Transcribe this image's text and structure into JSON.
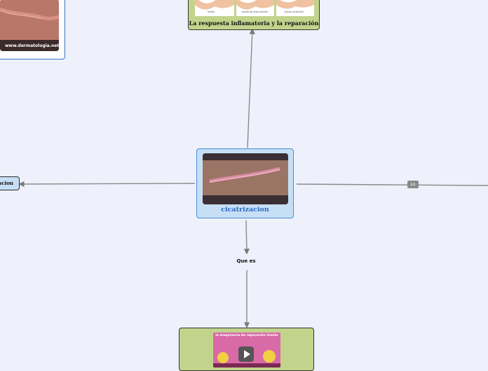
{
  "nodes": {
    "dermatologia": {
      "caption": "www.dermatologia.net"
    },
    "inflamatoria": {
      "label": "La respuesta inflamatoria y la reparación",
      "panel_labels": [
        "lesión",
        "tejido de granulación",
        "tejido cicatrizal"
      ]
    },
    "center": {
      "label": "cicatrizacion"
    },
    "left": {
      "label": "racion"
    },
    "que_es": {
      "label": "Que es"
    },
    "bottom": {
      "thumb_title": "la maquinaria de reparación tisular"
    }
  },
  "links": {
    "center_right_label": "Lo"
  },
  "colors": {
    "background": "#eef1fb",
    "center_fill": "#c7dff5",
    "green_fill": "#c2d48c",
    "center_label": "#2a6bc4",
    "connector": "#7a7a7a"
  },
  "icons": {
    "bottom_play": "play-icon"
  }
}
